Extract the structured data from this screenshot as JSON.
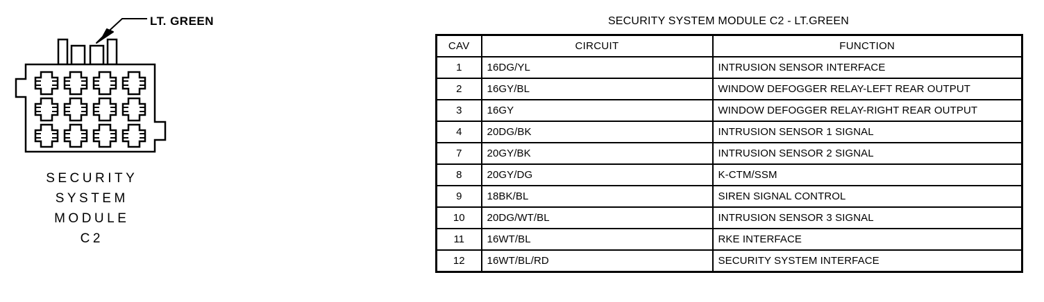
{
  "connector": {
    "callout_label": "LT. GREEN",
    "caption_lines": [
      "SECURITY",
      "SYSTEM",
      "MODULE",
      "C2"
    ],
    "cavity_count": 12,
    "grid_rows": 3,
    "grid_cols": 4,
    "top_tab_count": 4,
    "line_color": "#000000",
    "fill_color": "#ffffff"
  },
  "table": {
    "title": "SECURITY SYSTEM MODULE C2 - LT.GREEN",
    "headers": [
      "CAV",
      "CIRCUIT",
      "FUNCTION"
    ],
    "rows": [
      {
        "cav": "1",
        "circuit": "16DG/YL",
        "function": "INTRUSION SENSOR INTERFACE"
      },
      {
        "cav": "2",
        "circuit": "16GY/BL",
        "function": "WINDOW DEFOGGER RELAY-LEFT REAR OUTPUT"
      },
      {
        "cav": "3",
        "circuit": "16GY",
        "function": "WINDOW DEFOGGER RELAY-RIGHT REAR OUTPUT"
      },
      {
        "cav": "4",
        "circuit": "20DG/BK",
        "function": "INTRUSION SENSOR 1 SIGNAL"
      },
      {
        "cav": "7",
        "circuit": "20GY/BK",
        "function": "INTRUSION SENSOR 2 SIGNAL"
      },
      {
        "cav": "8",
        "circuit": "20GY/DG",
        "function": "K-CTM/SSM"
      },
      {
        "cav": "9",
        "circuit": "18BK/BL",
        "function": "SIREN SIGNAL CONTROL"
      },
      {
        "cav": "10",
        "circuit": "20DG/WT/BL",
        "function": "INTRUSION SENSOR 3 SIGNAL"
      },
      {
        "cav": "11",
        "circuit": "16WT/BL",
        "function": "RKE INTERFACE"
      },
      {
        "cav": "12",
        "circuit": "16WT/BL/RD",
        "function": "SECURITY SYSTEM INTERFACE"
      }
    ]
  }
}
